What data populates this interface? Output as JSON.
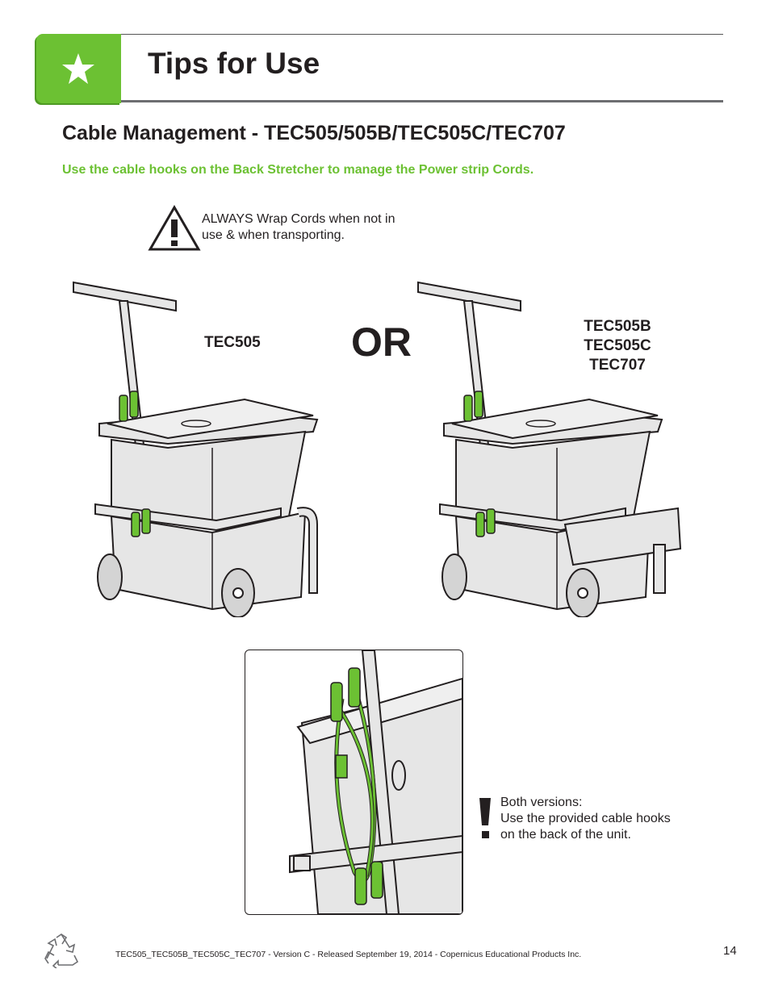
{
  "header": {
    "title": "Tips for Use",
    "icon": "star-icon",
    "accent_color": "#6cc133"
  },
  "section": {
    "heading": "Cable Management - TEC505/505B/TEC505C/TEC707",
    "subheading": "Use the cable hooks on the Back Stretcher to manage the Power strip Cords."
  },
  "warning": {
    "icon": "warning-triangle-icon",
    "line1": "ALWAYS Wrap Cords when not in",
    "line2": "use & when transporting."
  },
  "figures": {
    "left_label": "TEC505",
    "or_label": "OR",
    "right_labels": [
      "TEC505B",
      "TEC505C",
      "TEC707"
    ]
  },
  "note": {
    "icon": "exclamation-icon",
    "line1": "Both versions:",
    "line2": "Use the provided cable hooks",
    "line3": "on the back of the unit."
  },
  "footer": {
    "icon": "recycle-icon",
    "text": "TEC505_TEC505B_TEC505C_TEC707 - Version C - Released September 19, 2014 - Copernicus Educational Products Inc.",
    "page_number": "14"
  }
}
